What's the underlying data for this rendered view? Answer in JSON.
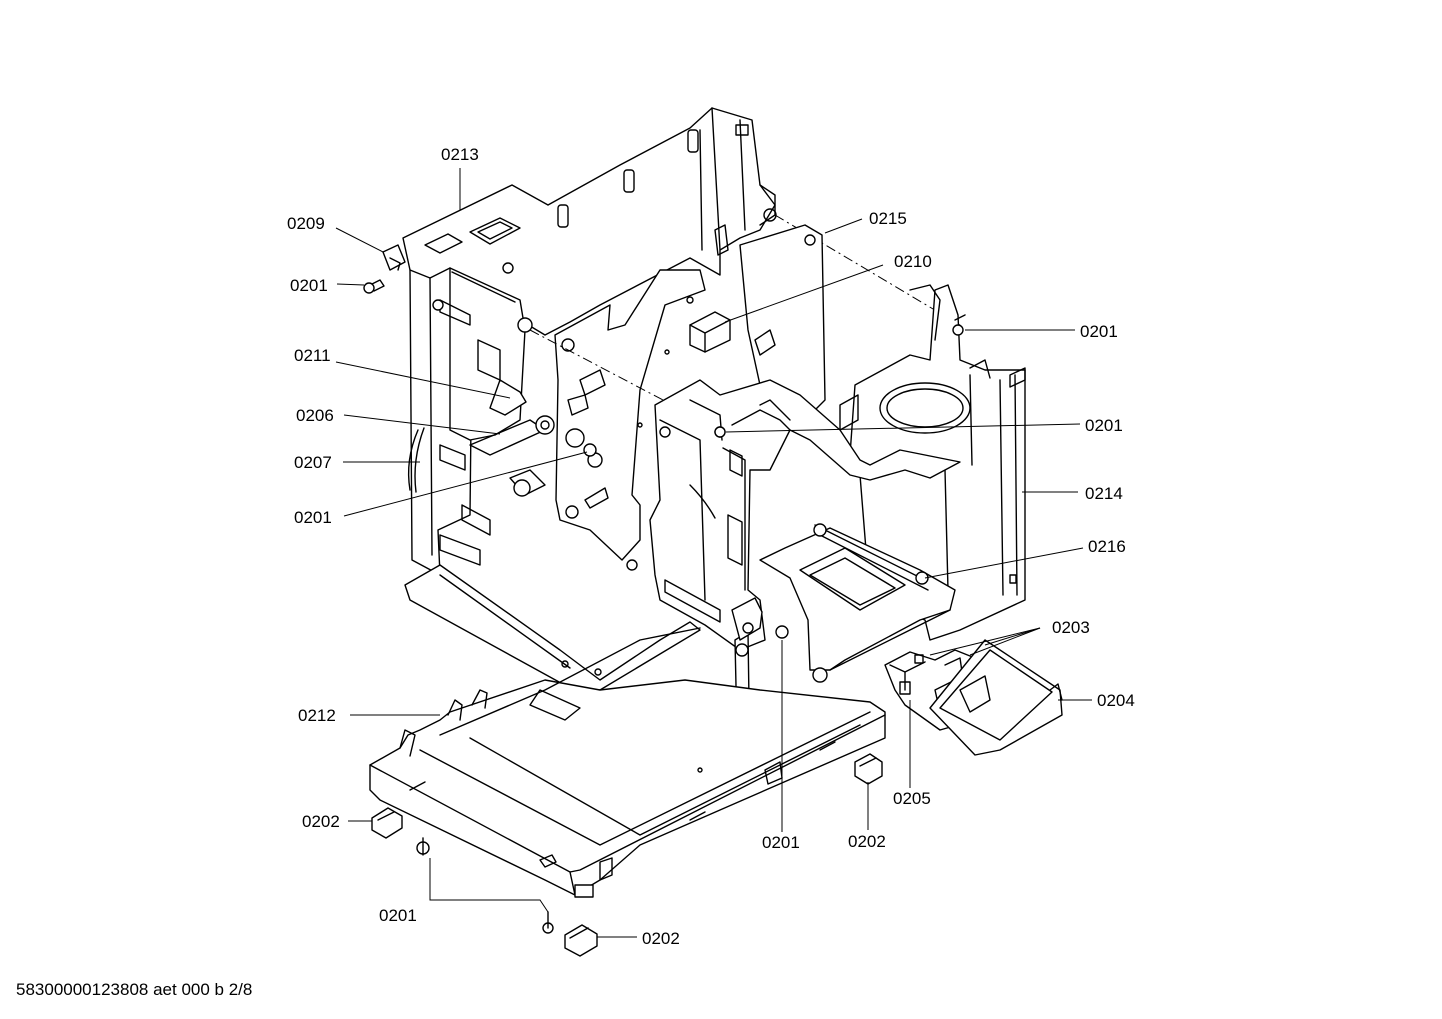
{
  "labels": {
    "l0213": "0213",
    "l0209": "0209",
    "l0201_a": "0201",
    "l0211": "0211",
    "l0206": "0206",
    "l0207": "0207",
    "l0201_b": "0201",
    "l0215": "0215",
    "l0210": "0210",
    "l0201_c": "0201",
    "l0201_d": "0201",
    "l0214": "0214",
    "l0216": "0216",
    "l0203": "0203",
    "l0204": "0204",
    "l0212": "0212",
    "l0205": "0205",
    "l0202_a": "0202",
    "l0201_e": "0201",
    "l0202_b": "0202",
    "l0201_f": "0201",
    "l0202_c": "0202"
  },
  "footer": "58300000123808 aet 000 b 2/8"
}
